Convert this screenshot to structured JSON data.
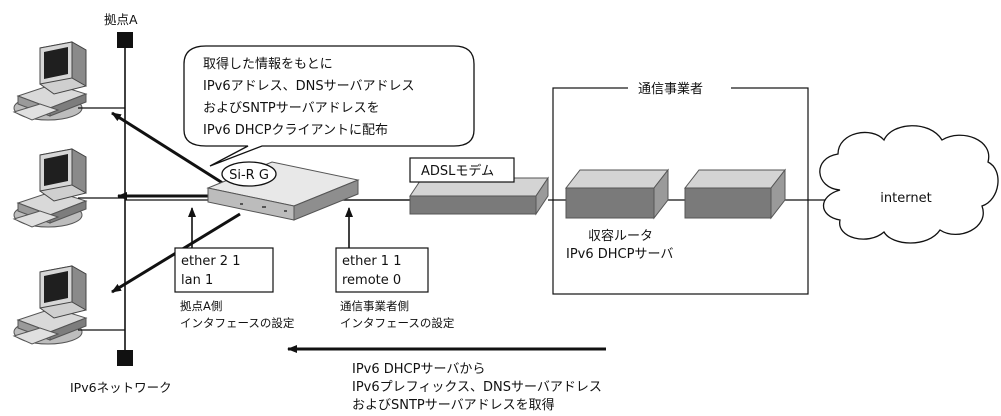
{
  "site_a_label": "拠点A",
  "ipv6_network_label": "IPv6ネットワーク",
  "callout_lines": [
    "取得した情報をもとに",
    "IPv6アドレス、DNSサーバアドレス",
    "およびSNTPサーバアドレスを",
    "IPv6 DHCPクライアントに配布"
  ],
  "router_label": "Si-R G",
  "carrier_label": "通信事業者",
  "adsl_modem_label": "ADSLモデム",
  "internet_label": "internet",
  "carrier_router_lines": [
    "収容ルータ",
    "IPv6 DHCPサーバ"
  ],
  "lan_iface_box_lines": [
    "ether 2 1",
    "lan 1"
  ],
  "lan_iface_caption_lines": [
    "拠点A側",
    "インタフェースの設定"
  ],
  "wan_iface_box_lines": [
    "ether 1 1",
    "remote 0"
  ],
  "wan_iface_caption_lines": [
    "通信事業者側",
    "インタフェースの設定"
  ],
  "acquire_lines": [
    "IPv6 DHCPサーバから",
    "IPv6プレフィックス、DNSサーバアドレス",
    "およびSNTPサーバアドレスを取得"
  ]
}
